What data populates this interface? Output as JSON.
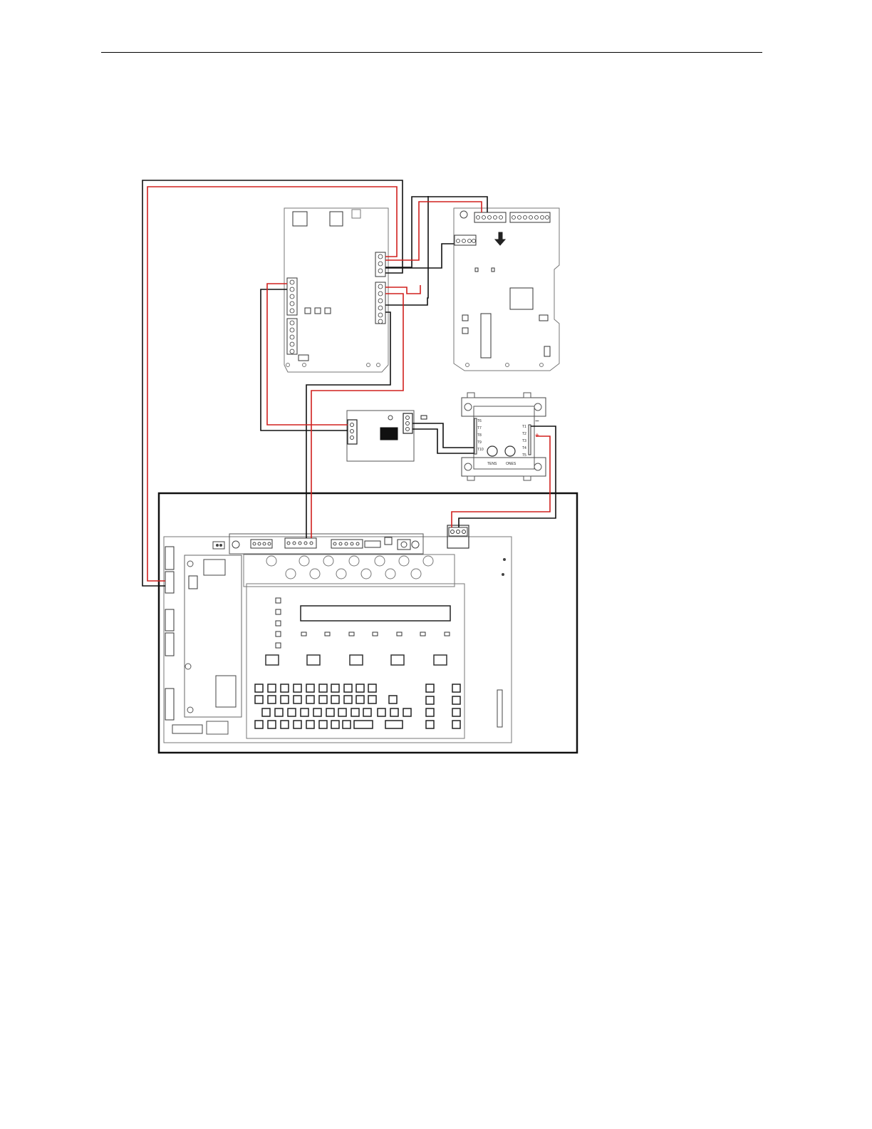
{
  "colors": {
    "red_wire": "#d0201e",
    "black_wire": "#111111",
    "board_outline": "#666666",
    "page": "#ffffff"
  },
  "labels": {
    "module_t_labels": [
      "T1",
      "T2",
      "T3",
      "T4",
      "T5"
    ],
    "module_left_labels": [
      "T6",
      "T7",
      "T8",
      "T9",
      "T10"
    ],
    "rotary_switch_left": "TENS",
    "rotary_switch_right": "ONES",
    "polarity_minus": "−",
    "polarity_plus": "+"
  }
}
